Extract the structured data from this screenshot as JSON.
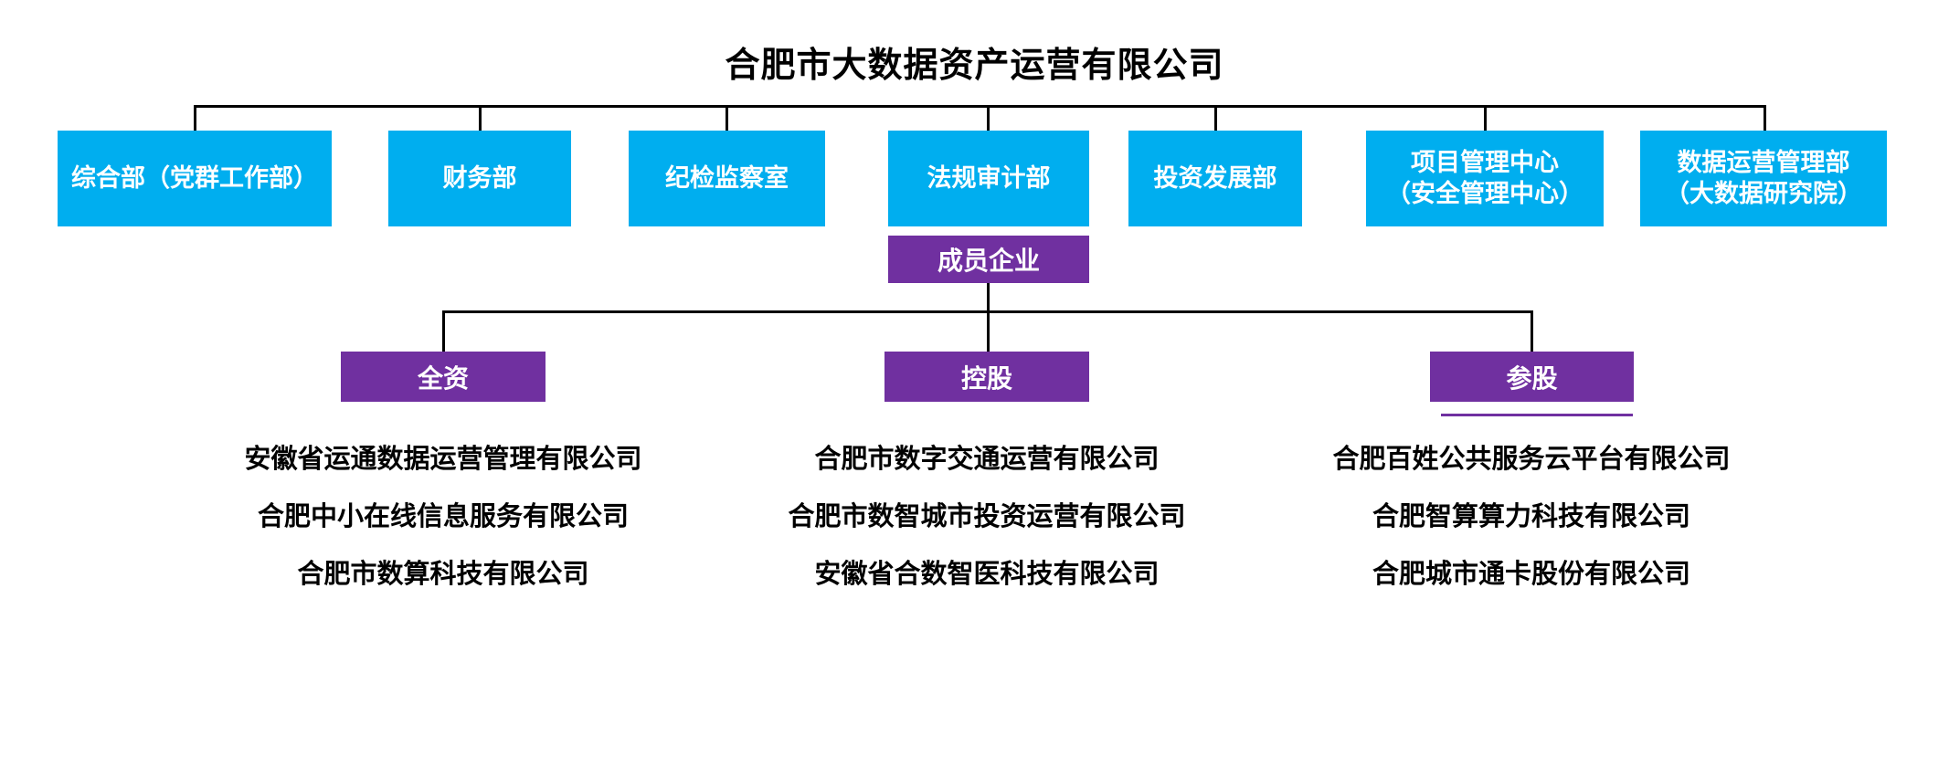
{
  "title": "合肥市大数据资产运营有限公司",
  "departments": [
    {
      "label": "综合部（党群工作部）"
    },
    {
      "label": "财务部"
    },
    {
      "label": "纪检监察室"
    },
    {
      "label": "法规审计部"
    },
    {
      "label": "投资发展部"
    },
    {
      "label": "项目管理中心\n（安全管理中心）"
    },
    {
      "label": "数据运营管理部\n（大数据研究院）"
    }
  ],
  "member_header": {
    "label": "成员企业"
  },
  "groups": [
    {
      "label": "全资",
      "companies": [
        "安徽省运通数据运营管理有限公司",
        "合肥中小在线信息服务有限公司",
        "合肥市数算科技有限公司"
      ]
    },
    {
      "label": "控股",
      "companies": [
        "合肥市数字交通运营有限公司",
        "合肥市数智城市投资运营有限公司",
        "安徽省合数智医科技有限公司"
      ]
    },
    {
      "label": "参股",
      "companies": [
        "合肥百姓公共服务云平台有限公司",
        "合肥智算算力科技有限公司",
        "合肥城市通卡股份有限公司"
      ]
    }
  ],
  "colors": {
    "department_box": "#00AEEF",
    "member_box": "#7030A0",
    "connector_line": "#000000",
    "box_text": "#FFFFFF",
    "title_text": "#000000",
    "company_text": "#000000"
  }
}
